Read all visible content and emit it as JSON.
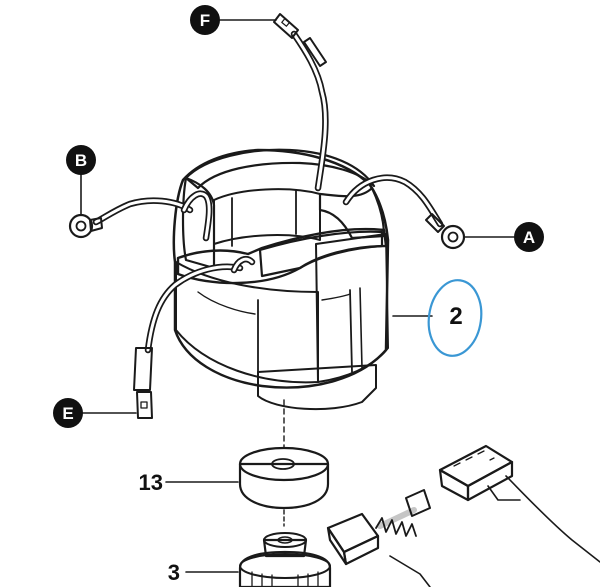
{
  "callouts": [
    {
      "id": "F",
      "label": "F"
    },
    {
      "id": "B",
      "label": "B"
    },
    {
      "id": "A",
      "label": "A"
    },
    {
      "id": "E",
      "label": "E"
    }
  ],
  "parts": {
    "field_coil": {
      "number": "2"
    },
    "insulator_washer": {
      "number": "13"
    },
    "bearing": {
      "number": "3"
    }
  },
  "colors": {
    "ink": "#1a1a1a",
    "coil_light": "#f2f2f2",
    "coil_mid": "#e3e3e3",
    "coil_dark": "#cfcfcf",
    "highlight_circle": "#3a97d4"
  }
}
